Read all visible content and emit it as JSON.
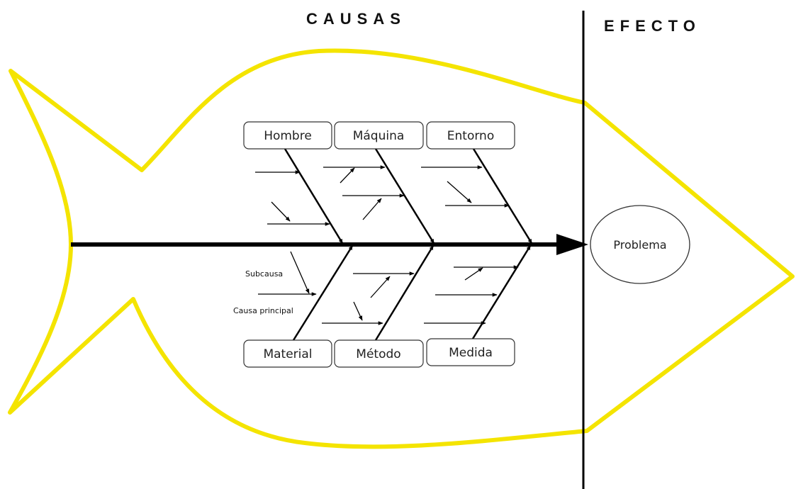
{
  "headings": {
    "causes": "CAUSAS",
    "effect": "EFECTO"
  },
  "categories_top": [
    "Hombre",
    "Máquina",
    "Entorno"
  ],
  "categories_bottom": [
    "Material",
    "Método",
    "Medida"
  ],
  "legend": {
    "subcause": "Subcausa",
    "main_cause": "Causa principal"
  },
  "effect": {
    "label": "Problema"
  },
  "colors": {
    "fish_outline": "#f4e400",
    "lines": "#000000"
  }
}
